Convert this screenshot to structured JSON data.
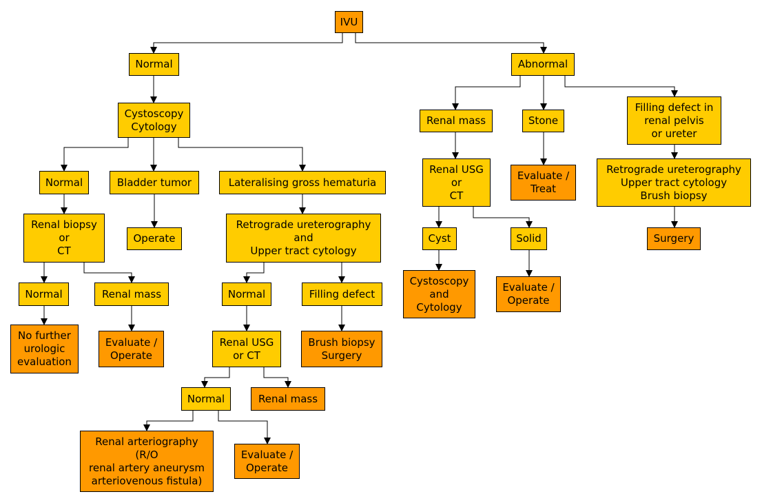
{
  "colors": {
    "yellow": "#ffcc00",
    "orange": "#ff9900",
    "line": "#000000"
  },
  "nodes": {
    "ivu": "IVU",
    "normal_top": "Normal",
    "abnormal": "Abnormal",
    "cystoscopy_cytology": "Cystoscopy\nCytology",
    "normal_l2": "Normal",
    "bladder_tumor": "Bladder tumor",
    "lateralising": "Lateralising gross hematuria",
    "renal_biopsy_ct": "Renal biopsy\nor\nCT",
    "operate_bladder": "Operate",
    "retrograde_upper": "Retrograde ureterography\nand\nUpper tract cytology",
    "normal_l4a": "Normal",
    "renal_mass_l4": "Renal mass",
    "normal_l4b": "Normal",
    "filling_defect_l4": "Filling defect",
    "no_further": "No further\nurologic\nevaluation",
    "evaluate_operate_l5": "Evaluate /\nOperate",
    "renal_usg_ct": "Renal USG\nor CT",
    "brush_biopsy_surgery": "Brush biopsy\nSurgery",
    "normal_l6": "Normal",
    "renal_mass_l6": "Renal mass",
    "renal_arteriography": "Renal arteriography\n(R/O\nrenal artery aneurysm\narteriovenous fistula)",
    "evaluate_operate_l7": "Evaluate /\nOperate",
    "renal_mass_r": "Renal mass",
    "stone": "Stone",
    "filling_defect_renal": "Filling defect in\nrenal pelvis\nor ureter",
    "renal_usg_or_ct_r": "Renal USG\nor\nCT",
    "evaluate_treat": "Evaluate /\nTreat",
    "retrograde_brush": "Retrograde ureterography\nUpper tract cytology\nBrush biopsy",
    "cyst": "Cyst",
    "solid": "Solid",
    "surgery": "Surgery",
    "cystoscopy_and_cytology": "Cystoscopy\nand\nCytology",
    "evaluate_operate_r": "Evaluate /\nOperate"
  }
}
